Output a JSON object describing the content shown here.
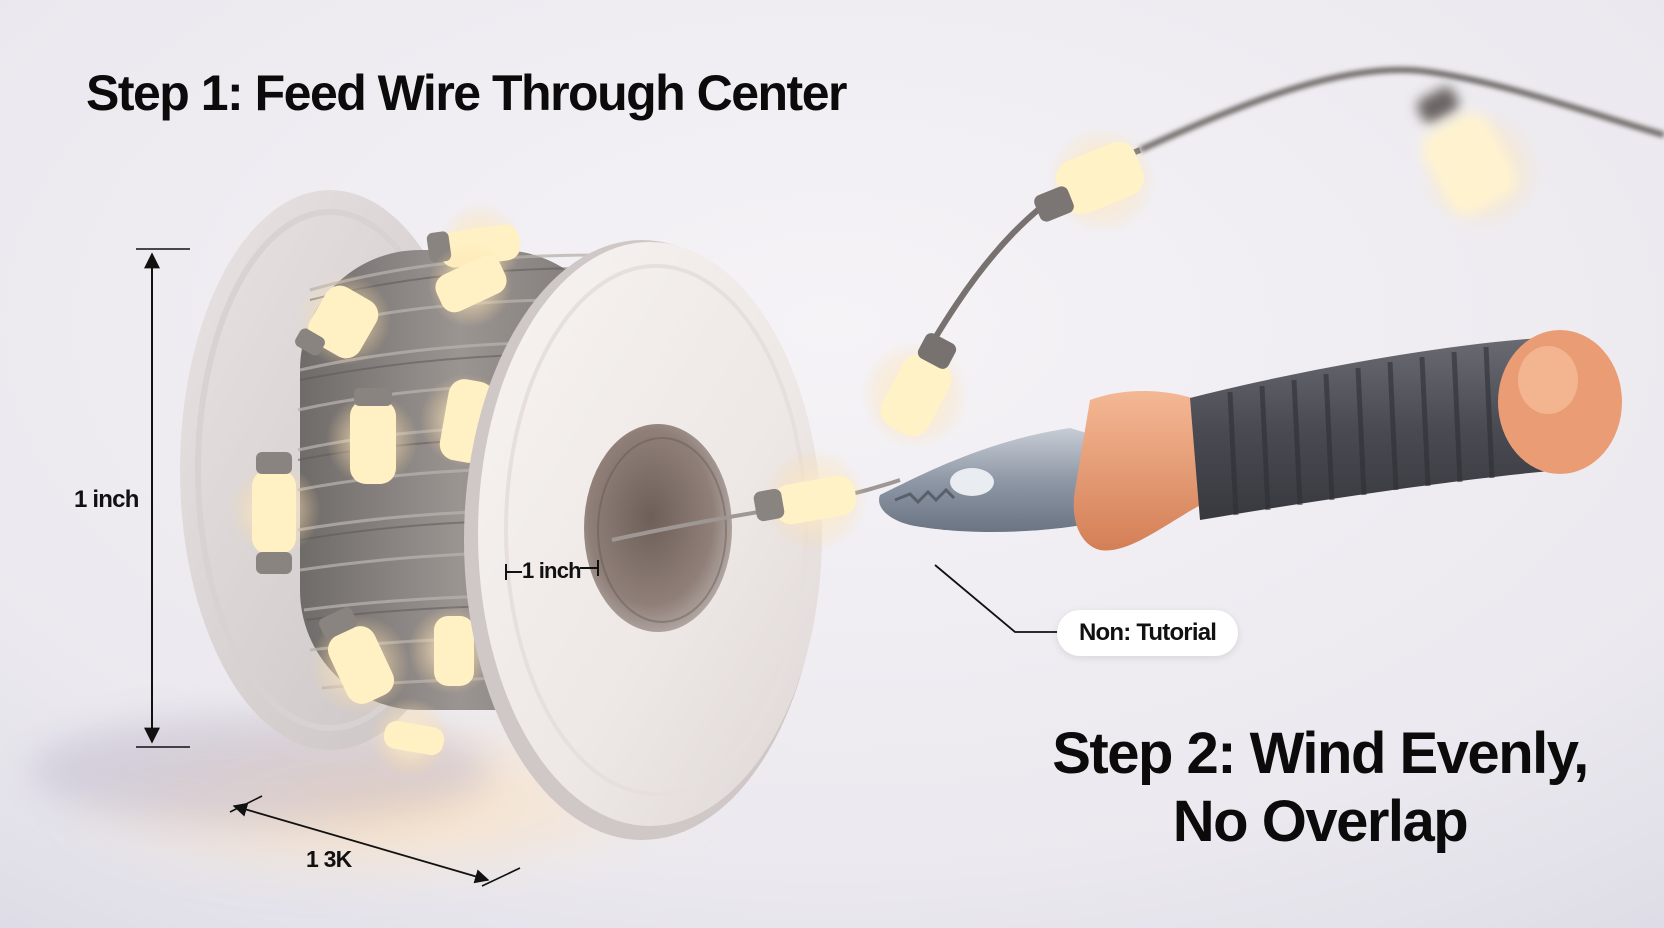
{
  "headings": {
    "step1": "Step 1: Feed Wire Through Center",
    "step2_line1": "Step 2: Wind Evenly,",
    "step2_line2": "No Overlap"
  },
  "dimensions": {
    "height_label": "1 inch",
    "hole_label": "1 inch",
    "length_label": "1 3K"
  },
  "callout": {
    "label": "Non: Tutorial"
  },
  "colors": {
    "background": "#ececf1",
    "spool": "#f1ebe8",
    "wire": "#8f8a87",
    "led_glow": "#fff1c9",
    "plier_grip": "#e69a72",
    "plier_handle": "#4d4d54",
    "plier_jaw": "#9aa3b0",
    "text": "#0b0b0b"
  }
}
